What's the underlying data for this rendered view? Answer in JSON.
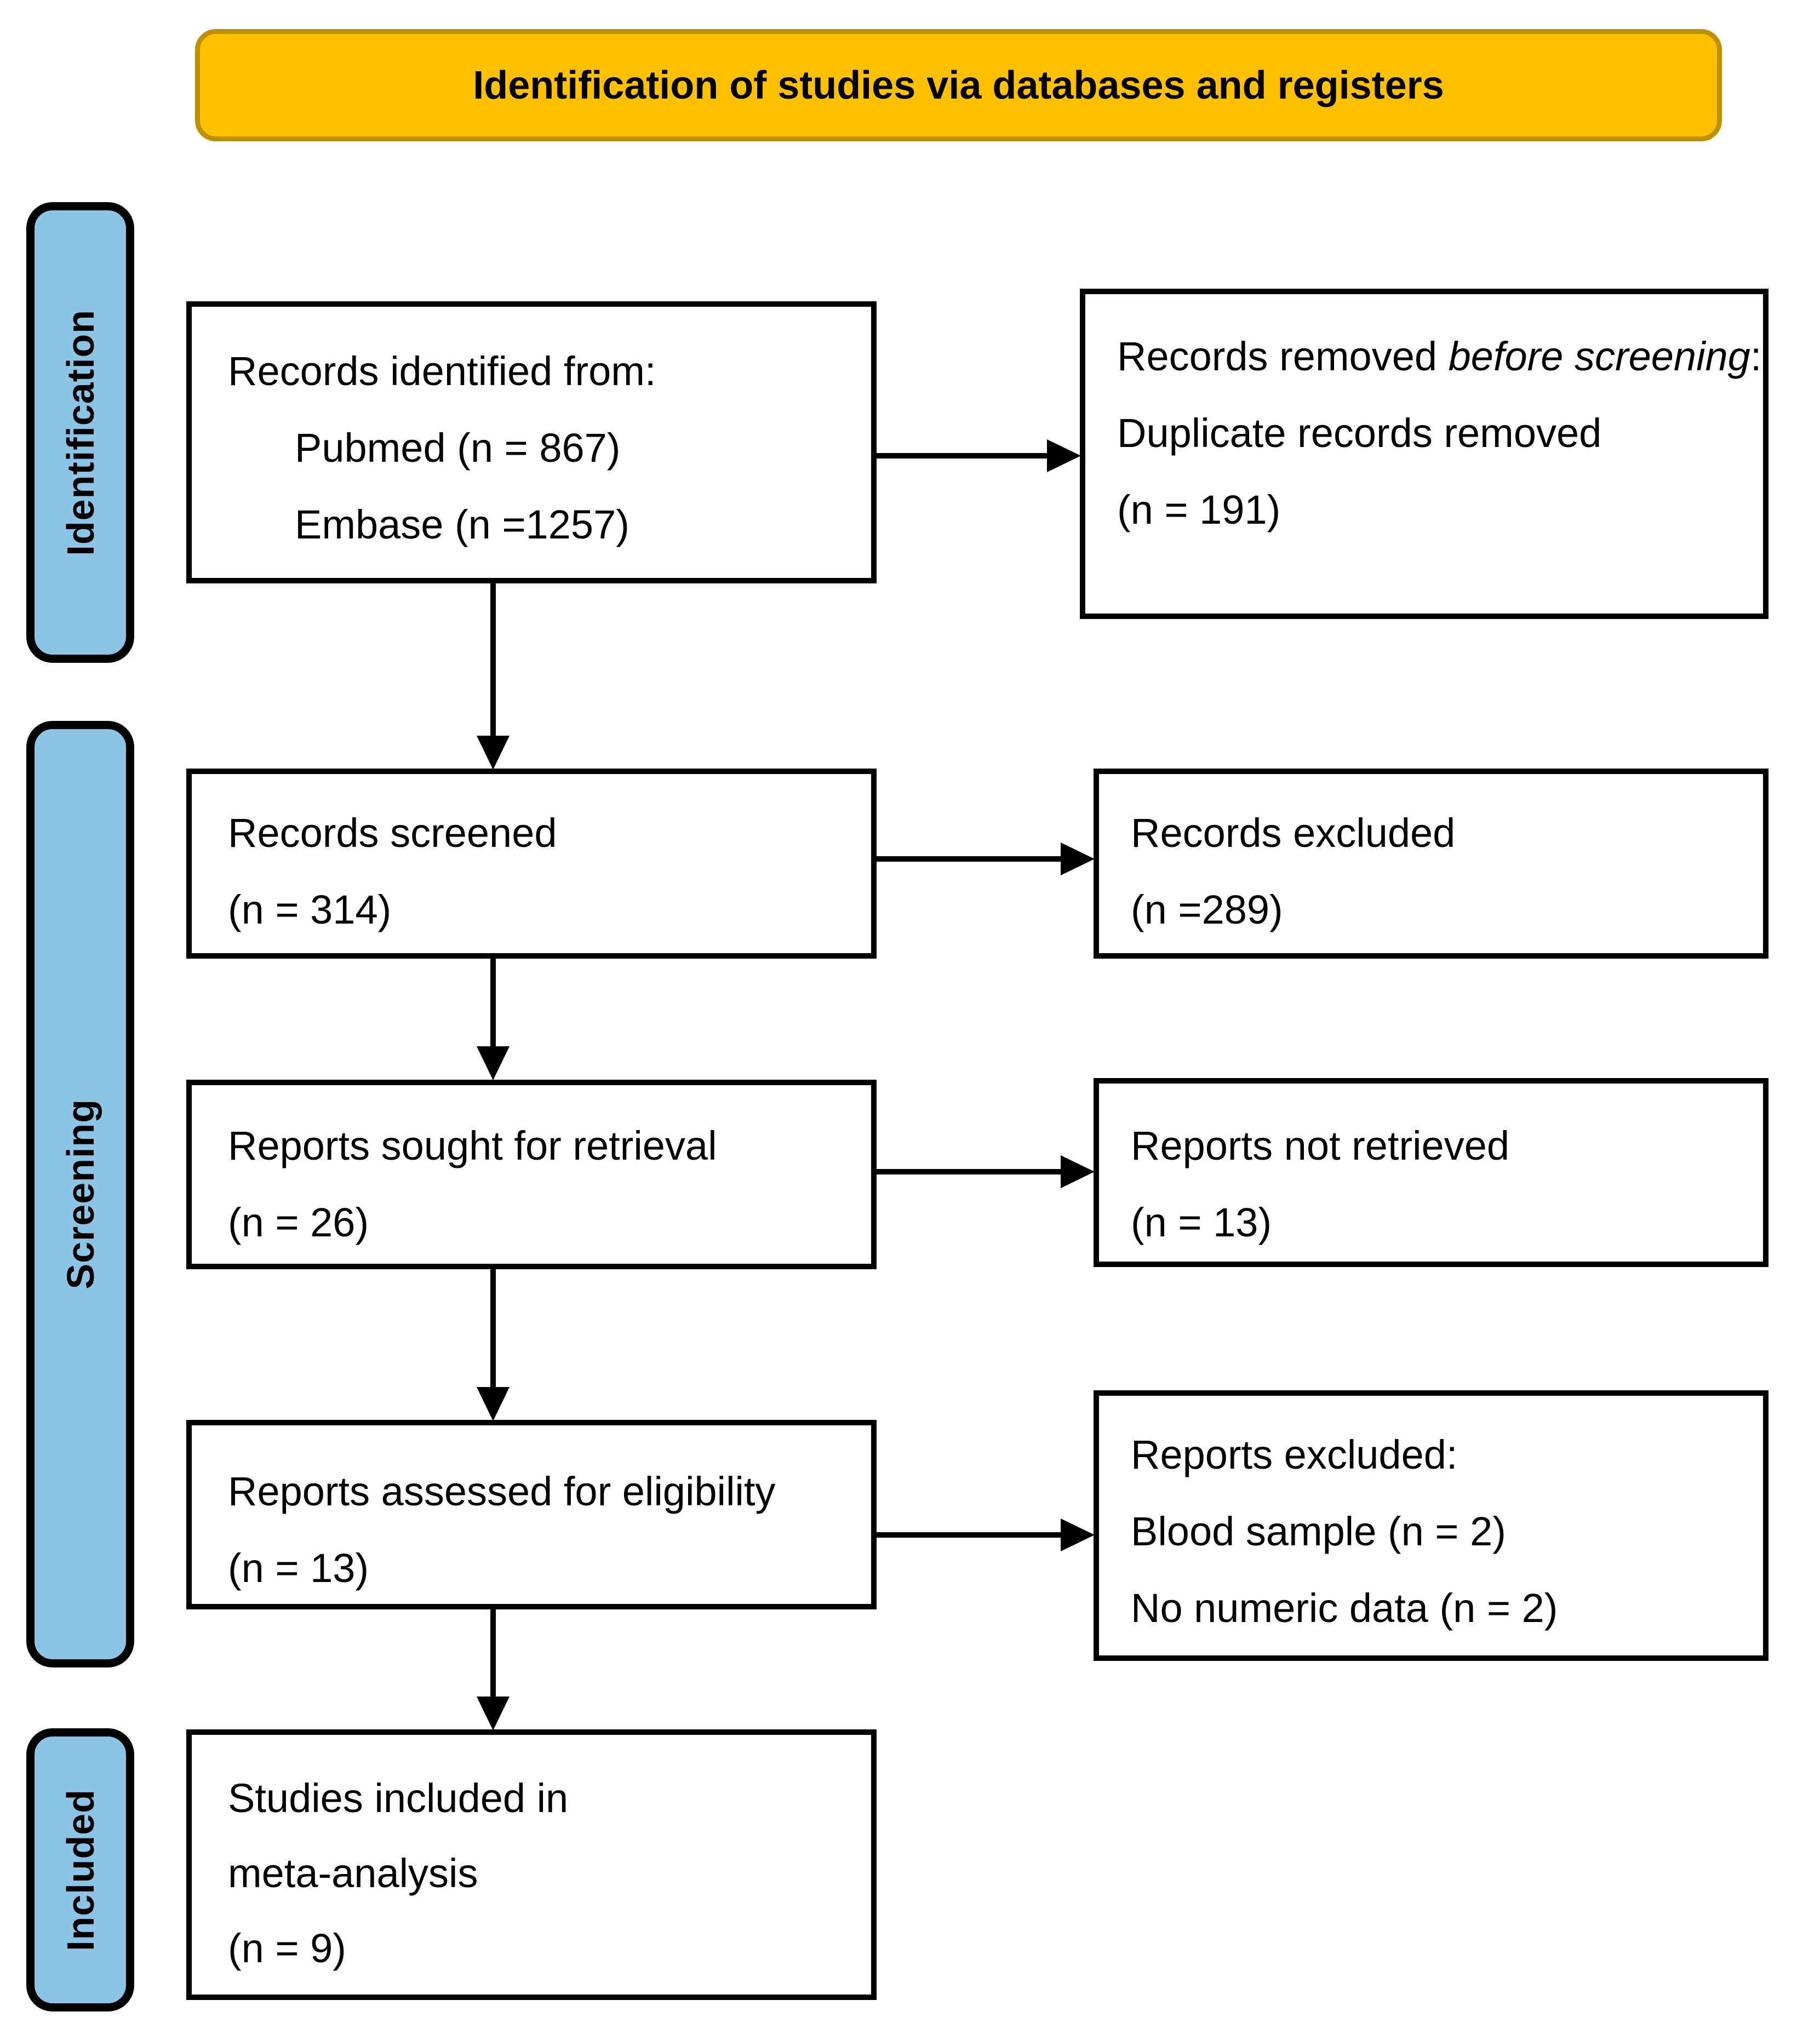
{
  "title": "Identification of studies via databases and registers",
  "stages": [
    {
      "label": "Identification"
    },
    {
      "label": "Screening"
    },
    {
      "label": "Included"
    }
  ],
  "boxes": {
    "records_identified": {
      "heading": "Records identified from:",
      "items": [
        "Pubmed (n = 867)",
        "Embase (n =1257)"
      ]
    },
    "records_removed": {
      "prefix": "Records removed ",
      "italic": "before screening",
      "suffix": ":",
      "lines": [
        "Duplicate records removed",
        "(n = 191)"
      ]
    },
    "records_screened": {
      "lines": [
        "Records screened",
        "(n = 314)"
      ]
    },
    "records_excluded": {
      "lines": [
        "Records excluded",
        "(n =289)"
      ]
    },
    "reports_sought": {
      "lines": [
        "Reports sought for retrieval",
        "(n = 26)"
      ]
    },
    "reports_not_retrieved": {
      "lines": [
        "Reports not retrieved",
        "(n = 13)"
      ]
    },
    "reports_assessed": {
      "lines": [
        "Reports assessed for eligibility",
        "(n = 13)"
      ]
    },
    "reports_excluded": {
      "lines": [
        "Reports excluded:",
        "Blood sample (n = 2)",
        "No numeric data (n = 2)"
      ]
    },
    "studies_included": {
      "lines": [
        "Studies included in",
        "meta-analysis",
        "(n = 9)"
      ]
    }
  },
  "colors": {
    "header_fill": "#FFC000",
    "header_border": "#BF9000",
    "stage_fill": "#8CC4E6",
    "line_color": "#000000"
  }
}
